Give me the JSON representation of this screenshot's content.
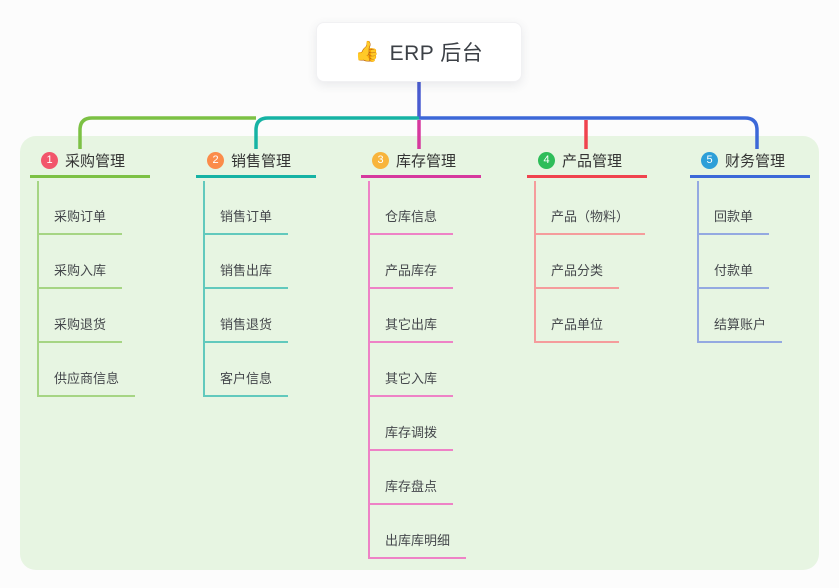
{
  "root": {
    "icon": "👍",
    "title": "ERP 后台"
  },
  "colors": {
    "page_bg": "#fcfcfc",
    "panel_bg": "#e7f5e2",
    "root_line": "#4a5cd1"
  },
  "branches": [
    {
      "number": "1",
      "title": "采购管理",
      "badge_color": "#f2566b",
      "line_color": "#7cc144",
      "child_line_color": "#a6d584",
      "children": [
        "采购订单",
        "采购入库",
        "采购退货",
        "供应商信息"
      ]
    },
    {
      "number": "2",
      "title": "销售管理",
      "badge_color": "#fb8c4a",
      "line_color": "#16b3a4",
      "child_line_color": "#62c9bd",
      "children": [
        "销售订单",
        "销售出库",
        "销售退货",
        "客户信息"
      ]
    },
    {
      "number": "3",
      "title": "库存管理",
      "badge_color": "#f8b43c",
      "line_color": "#d6399e",
      "child_line_color": "#ee82c6",
      "children": [
        "仓库信息",
        "产品库存",
        "其它出库",
        "其它入库",
        "库存调拨",
        "库存盘点",
        "出库库明细"
      ]
    },
    {
      "number": "4",
      "title": "产品管理",
      "badge_color": "#2ebd59",
      "line_color": "#f0434e",
      "child_line_color": "#f59c9c",
      "children": [
        "产品（物料）",
        "产品分类",
        "产品单位"
      ]
    },
    {
      "number": "5",
      "title": "财务管理",
      "badge_color": "#2d9fd8",
      "line_color": "#3c68d8",
      "child_line_color": "#94a9e1",
      "children": [
        "回款单",
        "付款单",
        "结算账户"
      ]
    }
  ]
}
